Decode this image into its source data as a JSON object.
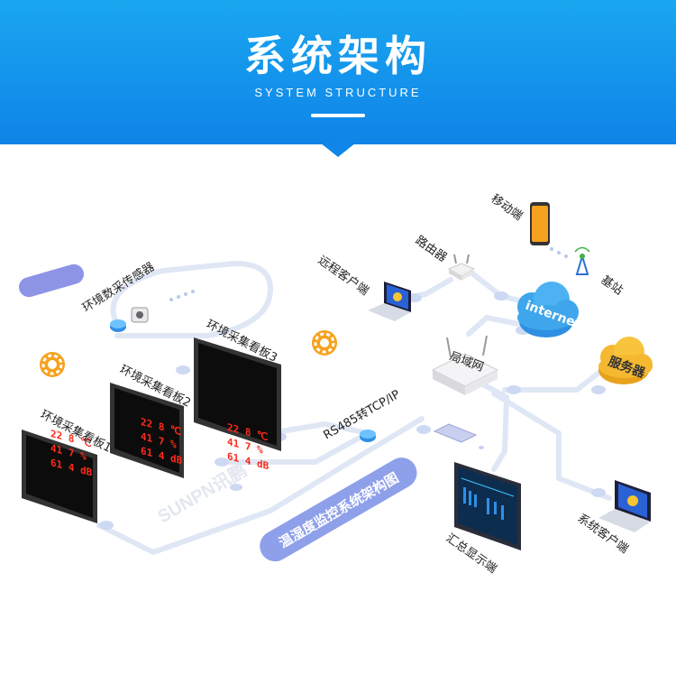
{
  "header": {
    "title": "系统架构",
    "subtitle": "SYSTEM STRUCTURE"
  },
  "nodes": {
    "sensor": "环境数采传感器",
    "board1": "环境采集看板1",
    "board2": "环境采集看板2",
    "board3": "环境采集看板3",
    "converter": "RS485转TCP/IP",
    "remote_client": "远程客户端",
    "router": "路由器",
    "mobile": "移动端",
    "base_station": "基站",
    "internet": "internet",
    "lan": "局域网",
    "server": "服务器",
    "summary_display": "汇总显示端",
    "system_client": "系统客户端"
  },
  "board_readings": {
    "rows": [
      "22 8 ℃",
      "41 7 %",
      "61 4 dB"
    ]
  },
  "caption": "温湿度监控系统架构图",
  "watermark": "SUNPN讯鹏",
  "colors": {
    "banner": "#1597ec",
    "lines": "#dfe7f5",
    "caption_bg": "#8fa0ea",
    "cloud": "#3fa6ec",
    "server_cloud": "#f5b830",
    "led_red": "#ff2a1a",
    "gear": "#f6a21e"
  }
}
